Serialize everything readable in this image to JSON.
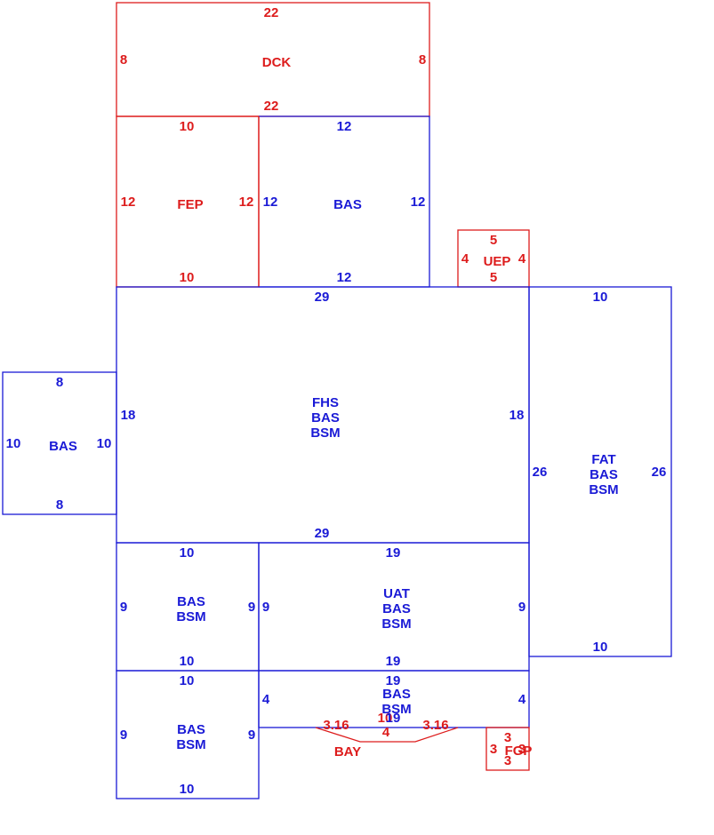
{
  "colors": {
    "blue": "#1a1ad6",
    "red": "#dd1c1c"
  },
  "dck": {
    "label": "DCK",
    "top": "22",
    "bottom": "22",
    "left": "8",
    "right": "8"
  },
  "fep": {
    "label": "FEP",
    "top": "10",
    "bottom": "10",
    "left": "12",
    "right": "12"
  },
  "bas_top": {
    "label": "BAS",
    "top": "12",
    "bottom": "12",
    "left": "12",
    "right": "12"
  },
  "uep": {
    "label": "UEP",
    "top": "5",
    "bottom": "5",
    "left": "4",
    "right": "4"
  },
  "fhs": {
    "line1": "FHS",
    "line2": "BAS",
    "line3": "BSM",
    "top": "29",
    "bottom": "29",
    "left": "18",
    "right": "18"
  },
  "bas_left": {
    "label": "BAS",
    "top": "8",
    "bottom": "8",
    "left": "10",
    "right": "10"
  },
  "fat": {
    "line1": "FAT",
    "line2": "BAS",
    "line3": "BSM",
    "top": "10",
    "bottom": "10",
    "left": "26",
    "right": "26"
  },
  "bas_mid_left": {
    "line1": "BAS",
    "line2": "BSM",
    "top": "10",
    "bottom": "10",
    "left": "9",
    "right": "9"
  },
  "uat": {
    "line1": "UAT",
    "line2": "BAS",
    "line3": "BSM",
    "top": "19",
    "bottom": "19",
    "left": "9",
    "right": "9"
  },
  "bas_bottom_left": {
    "line1": "BAS",
    "line2": "BSM",
    "top": "10",
    "bottom": "10",
    "left": "9",
    "right": "9"
  },
  "bas_bottom_mid": {
    "line1": "BAS",
    "line2": "BSM",
    "top": "19",
    "left": "4",
    "right": "4",
    "bottom_a": "10",
    "bottom_b": "19"
  },
  "bay": {
    "label": "BAY",
    "left_diag": "3.16",
    "right_diag": "3.16",
    "bottom": "4"
  },
  "fgp": {
    "label": "FGP",
    "top": "3",
    "bottom": "3",
    "left": "3",
    "right": "3"
  }
}
